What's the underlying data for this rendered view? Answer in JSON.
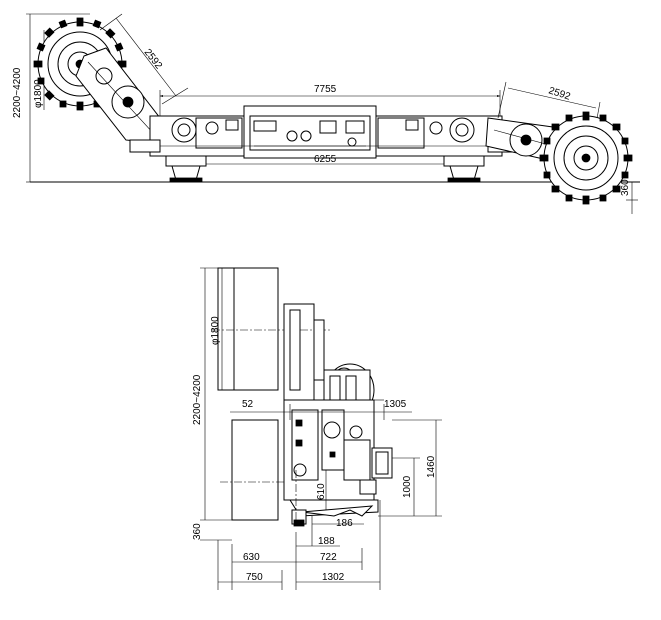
{
  "side_view": {
    "dims": {
      "height_range": "2200~4200",
      "drum_diameter": "φ1800",
      "arm_left": "2592",
      "arm_right": "2592",
      "overall": "7755",
      "body": "6255",
      "depth": "360"
    }
  },
  "end_view": {
    "dims": {
      "drum_diameter": "φ1800",
      "height_range": "2200~4200",
      "d52": "52",
      "d1305": "1305",
      "d1460": "1460",
      "d1000": "1000",
      "d610": "610",
      "d186": "186",
      "d360": "360",
      "d188": "188",
      "d630": "630",
      "d722": "722",
      "d750": "750",
      "d1302": "1302"
    }
  }
}
